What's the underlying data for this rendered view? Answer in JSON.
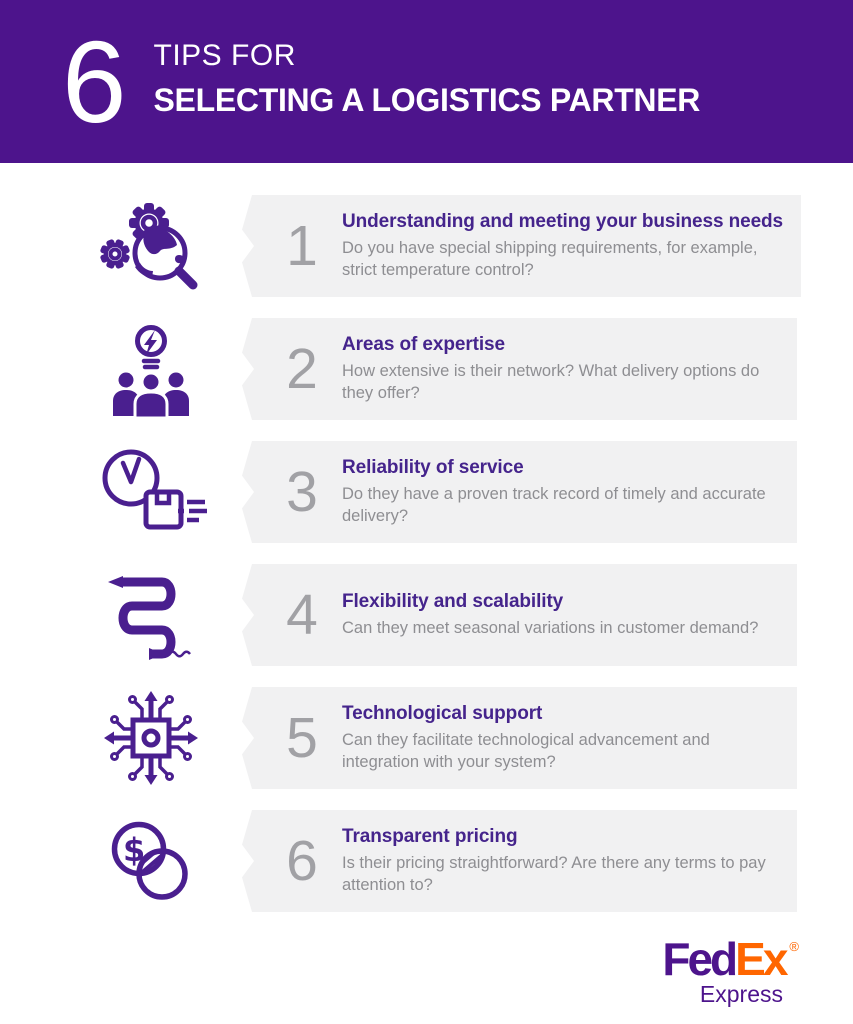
{
  "header": {
    "big_number": "6",
    "title_line1": "TIPS FOR",
    "title_line2": "SELECTING A LOGISTICS PARTNER"
  },
  "tips": [
    {
      "number": "1",
      "icon": "gears-magnifier-globe-icon",
      "title": "Understanding and meeting your business needs",
      "description": "Do you have special shipping requirements, for example, strict temperature control?"
    },
    {
      "number": "2",
      "icon": "team-idea-lightbulb-icon",
      "title": "Areas of expertise",
      "description": "How extensive is their network? What delivery options do they offer?"
    },
    {
      "number": "3",
      "icon": "clock-package-delivery-icon",
      "title": "Reliability of service",
      "description": "Do they have a proven track record of timely and accurate delivery?"
    },
    {
      "number": "4",
      "icon": "flexible-winding-pencil-icon",
      "title": "Flexibility and scalability",
      "description": "Can they meet seasonal variations in customer demand?"
    },
    {
      "number": "5",
      "icon": "microchip-circuit-icon",
      "title": "Technological support",
      "description": "Can they facilitate technological advancement and integration with your system?"
    },
    {
      "number": "6",
      "icon": "coins-dollar-icon",
      "title": "Transparent pricing",
      "description": "Is their pricing straightforward? Are there any terms to pay attention to?"
    }
  ],
  "footer": {
    "brand_fed": "Fed",
    "brand_ex": "Ex",
    "registered_mark": "®",
    "brand_suffix": "Express"
  },
  "colors": {
    "fedex_purple": "#4D148C",
    "fedex_orange": "#FF6600",
    "icon_purple": "#4A1F8F",
    "title_purple": "#45248C",
    "bar_background": "#F1F1F2",
    "number_gray": "#A1A1A5",
    "description_gray": "#8E8E92"
  }
}
